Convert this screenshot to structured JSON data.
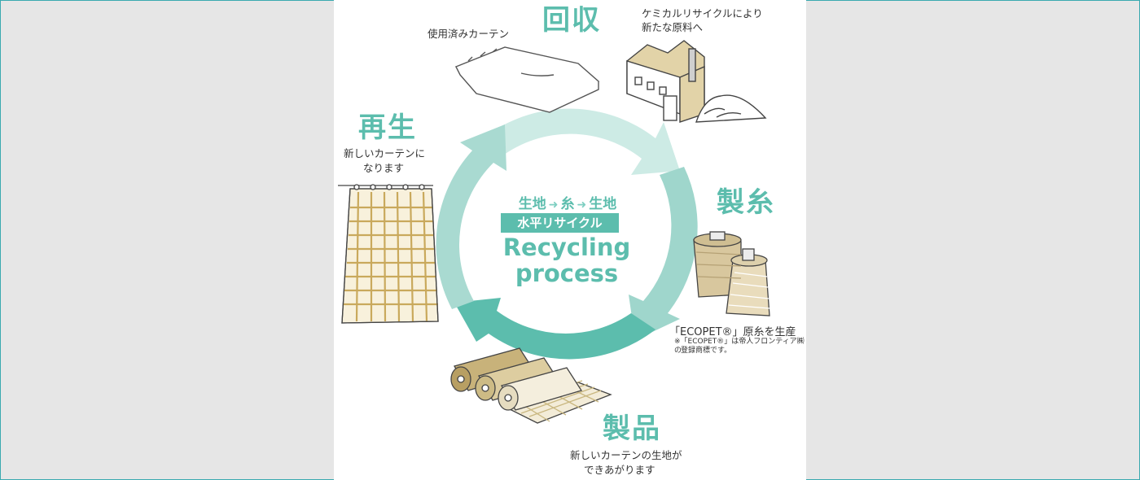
{
  "stages": {
    "collect": {
      "title": "回収",
      "caption1": "使用済みカーテン",
      "caption2_l1": "ケミカルリサイクルにより",
      "caption2_l2": "新たな原料へ"
    },
    "spinning": {
      "title": "製糸",
      "caption_l1": "「ECOPET®」原糸を生産",
      "note_l1": "※「ECOPET®」は帝人フロンティア㈱の",
      "note_l2": "登録商標です。"
    },
    "product": {
      "title": "製品",
      "caption_l1": "新しいカーテンの生地が",
      "caption_l2": "できあがります"
    },
    "regen": {
      "title": "再生",
      "caption_l1": "新しいカーテンに",
      "caption_l2": "なります"
    }
  },
  "center": {
    "flow_a": "生地",
    "flow_b": "糸",
    "flow_c": "生地",
    "arrow": "➜",
    "badge": "水平リサイクル",
    "title_l1": "Recycling",
    "title_l2": "process"
  },
  "colors": {
    "accent": "#5cbdad",
    "ring_light": "#cdebe5",
    "ring_mid": "#9fd6cc",
    "ring_dark": "#5cbdad",
    "frame": "#3aa9b0",
    "beige": "#e2d3a8"
  },
  "icons": [
    "folded-curtain-icon",
    "factory-icon",
    "thread-spool-icon",
    "fabric-roll-icon",
    "hanging-curtain-icon"
  ]
}
